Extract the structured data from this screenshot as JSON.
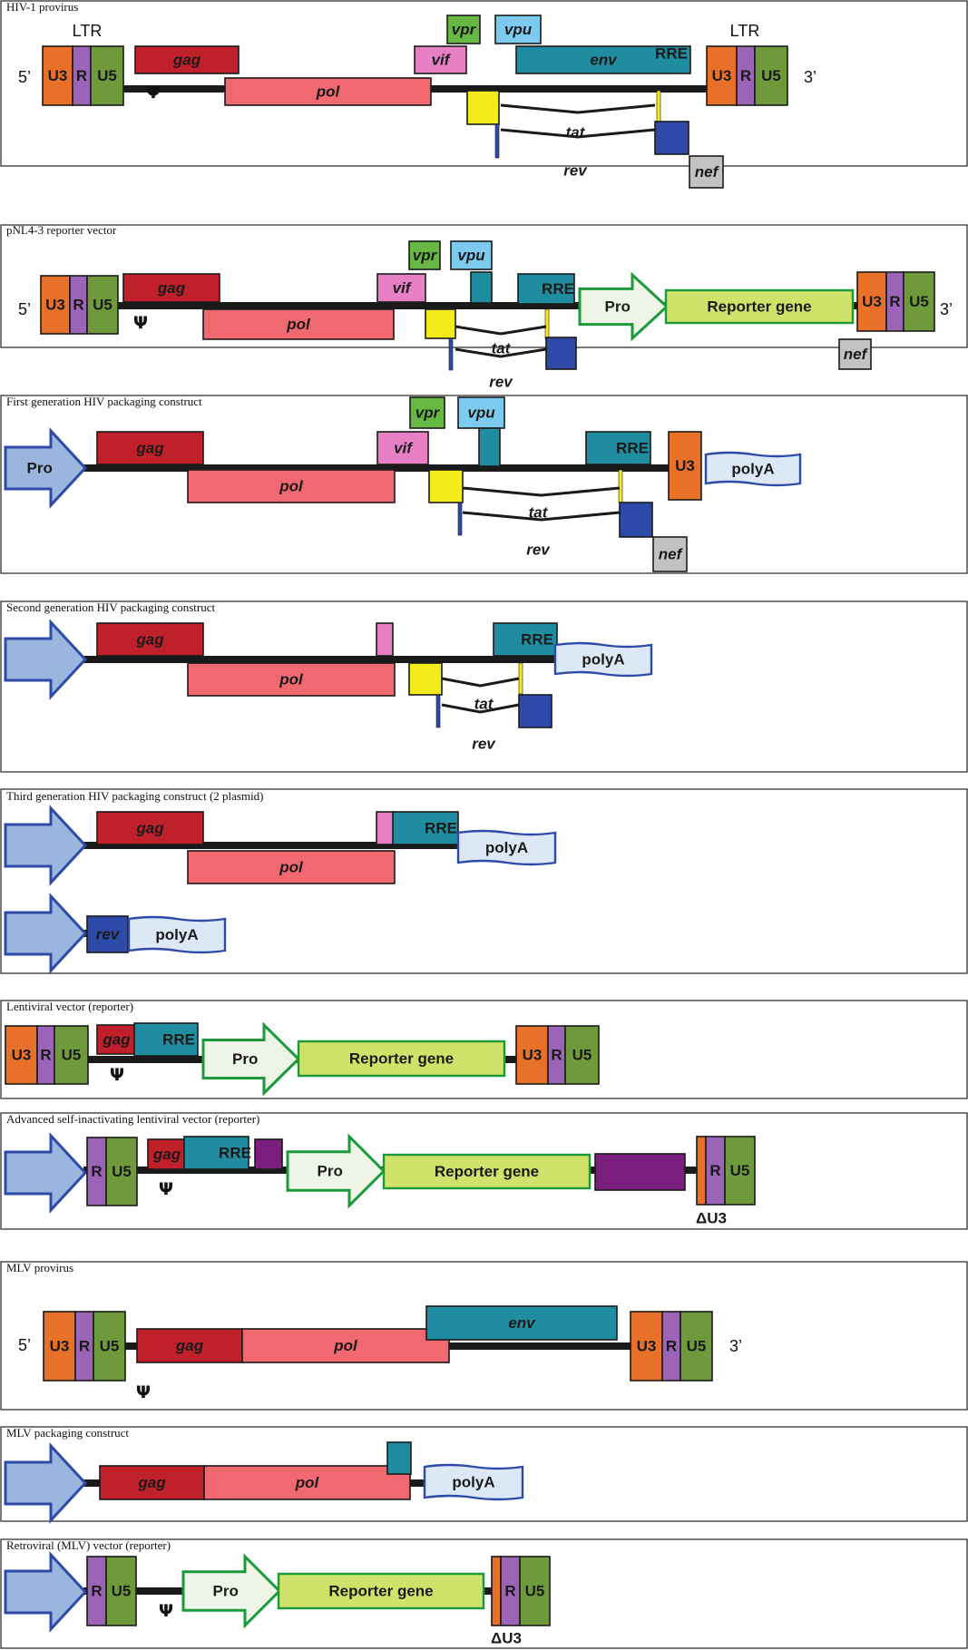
{
  "colors": {
    "U3": "#e8712a",
    "R": "#9b64b6",
    "U5": "#6f9a3c",
    "gag": "#c0202a",
    "pol": "#f06870",
    "env": "#1f8ca0",
    "vif": "#e67fc4",
    "vpr": "#66b843",
    "vpu": "#7ccbee",
    "tat": "#f5ea1a",
    "rev": "#2e4aa8",
    "nef": "#c2c2c2",
    "pro_arrow": "#9ab6de",
    "reporter_pro": "#eef5e6",
    "reporter_gene": "#cfe36a",
    "polyA": "#dce8f6",
    "purple": "#7b1e7e",
    "backbone": "#1a1a1a"
  },
  "panels": [
    {
      "id": "hiv1-provirus",
      "title": "HIV-1 provirus",
      "labels": {
        "ltr_left": "LTR",
        "ltr_right": "LTR",
        "five_prime": "5’",
        "three_prime": "3’",
        "psi": "Ψ",
        "u3": "U3",
        "r": "R",
        "u5": "U5",
        "gag": "gag",
        "pol": "pol",
        "vif": "vif",
        "vpr": "vpr",
        "vpu": "vpu",
        "env": "env",
        "rre": "RRE",
        "tat": "tat",
        "rev": "rev",
        "nef": "nef"
      }
    },
    {
      "id": "pnl43-reporter",
      "title": "pNL4-3 reporter vector",
      "labels": {
        "five_prime": "5’",
        "three_prime": "3’",
        "psi": "Ψ",
        "u3": "U3",
        "r": "R",
        "u5": "U5",
        "gag": "gag",
        "pol": "pol",
        "vif": "vif",
        "vpr": "vpr",
        "vpu": "vpu",
        "rre": "RRE",
        "tat": "tat",
        "rev": "rev",
        "nef": "nef",
        "pro": "Pro",
        "reporter_gene": "Reporter gene"
      }
    },
    {
      "id": "first-gen-packaging",
      "title": "First generation HIV packaging construct",
      "labels": {
        "pro": "Pro",
        "gag": "gag",
        "pol": "pol",
        "vif": "vif",
        "vpr": "vpr",
        "vpu": "vpu",
        "rre": "RRE",
        "u3": "U3",
        "polya": "polyA",
        "tat": "tat",
        "rev": "rev",
        "nef": "nef"
      }
    },
    {
      "id": "second-gen-packaging",
      "title": "Second generation HIV packaging construct",
      "labels": {
        "gag": "gag",
        "pol": "pol",
        "rre": "RRE",
        "polya": "polyA",
        "tat": "tat",
        "rev": "rev"
      }
    },
    {
      "id": "third-gen-packaging",
      "title": "Third generation HIV packaging construct (2 plasmid)",
      "labels": {
        "gag": "gag",
        "pol": "pol",
        "rre": "RRE",
        "polya": "polyA",
        "rev": "rev",
        "polya2": "polyA"
      }
    },
    {
      "id": "lentiviral-vector",
      "title": "Lentiviral vector (reporter)",
      "labels": {
        "u3": "U3",
        "r": "R",
        "u5": "U5",
        "gag": "gag",
        "rre": "RRE",
        "psi": "Ψ",
        "pro": "Pro",
        "reporter_gene": "Reporter gene"
      }
    },
    {
      "id": "sin-lentiviral-vector",
      "title": "Advanced self-inactivating lentiviral vector (reporter)",
      "labels": {
        "r": "R",
        "u5": "U5",
        "gag": "gag",
        "rre": "RRE",
        "psi": "Ψ",
        "pro": "Pro",
        "reporter_gene": "Reporter gene",
        "delta_u3": "ΔU3"
      }
    },
    {
      "id": "mlv-provirus",
      "title": "MLV provirus",
      "labels": {
        "five_prime": "5’",
        "three_prime": "3’",
        "u3": "U3",
        "r": "R",
        "u5": "U5",
        "gag": "gag",
        "pol": "pol",
        "env": "env",
        "psi": "Ψ"
      }
    },
    {
      "id": "mlv-packaging",
      "title": "MLV packaging construct",
      "labels": {
        "gag": "gag",
        "pol": "pol",
        "polya": "polyA"
      }
    },
    {
      "id": "mlv-vector",
      "title": "Retroviral (MLV) vector (reporter)",
      "labels": {
        "r": "R",
        "u5": "U5",
        "psi": "Ψ",
        "pro": "Pro",
        "reporter_gene": "Reporter gene",
        "delta_u3": "ΔU3"
      }
    }
  ]
}
